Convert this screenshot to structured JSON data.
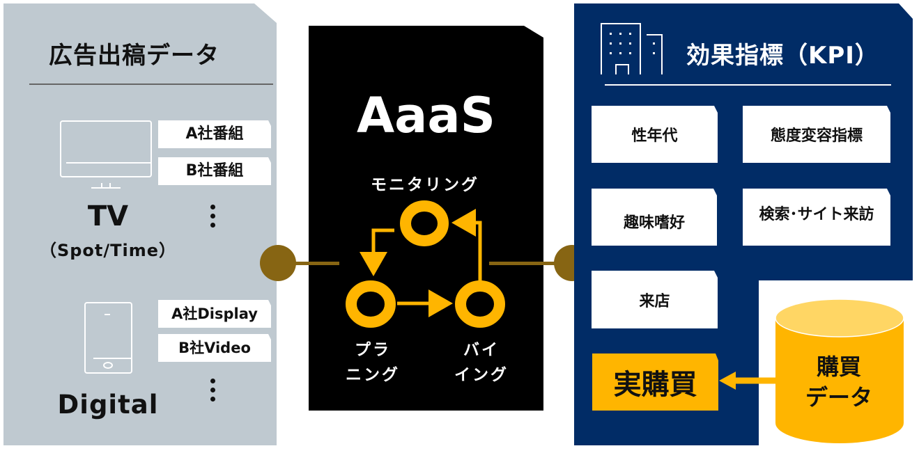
{
  "left": {
    "title": "広告出稿データ",
    "tv": {
      "icon": "tv-monitor-icon",
      "label": "TV",
      "sublabel": "（Spot/Time）",
      "tags": [
        "A社番組",
        "B社番組"
      ],
      "more": "⋮"
    },
    "digital": {
      "icon": "smartphone-icon",
      "label": "Digital",
      "tags": [
        "A社Display",
        "B社Video"
      ],
      "more": "⋮"
    }
  },
  "center": {
    "title": "AaaS",
    "cycle": {
      "monitoring": "モニタリング",
      "planning_line1": "プラ",
      "planning_line2": "ニング",
      "buying_line1": "バイ",
      "buying_line2": "イング"
    }
  },
  "right": {
    "icon": "building-icon",
    "title": "効果指標（KPI）",
    "kpis": [
      "性年代",
      "態度変容指標",
      "趣味嗜好",
      "検索･サイト来訪",
      "来店"
    ],
    "highlight": "実購買",
    "database": {
      "icon": "database-cylinder-icon",
      "line1": "購買",
      "line2": "データ"
    }
  },
  "colors": {
    "left_panel": "#BFC9D0",
    "center_panel": "#000000",
    "right_panel": "#012C66",
    "accent": "#FFB500",
    "connector": "#876513"
  }
}
